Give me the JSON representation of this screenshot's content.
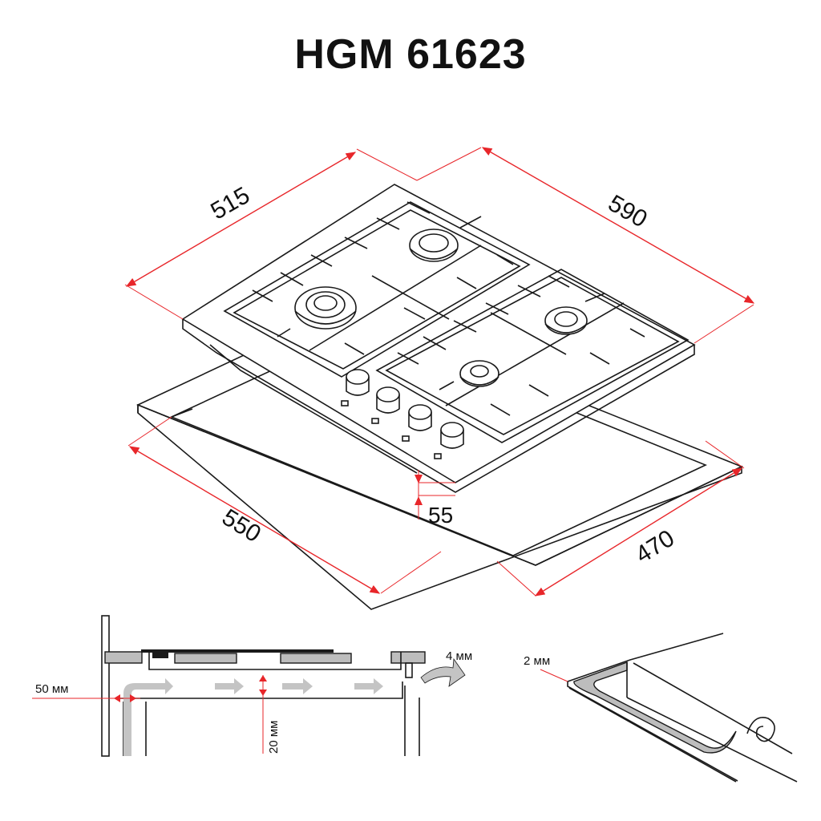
{
  "title": "HGM 61623",
  "main_view": {
    "dimensions": {
      "depth": "515",
      "width": "590",
      "cutout_width": "550",
      "cutout_depth": "470",
      "height": "55"
    },
    "burners": 4,
    "knobs": 4
  },
  "side_view": {
    "labels": {
      "wall_clearance": "50 мм",
      "air_gap": "20 мм",
      "edge_gap": "4 мм"
    }
  },
  "seal_view": {
    "labels": {
      "seal_thickness": "2 мм"
    }
  },
  "colors": {
    "dimension_line": "#e8262a",
    "outline": "#1a1a1a",
    "fill_gray": "#bdbdbd"
  }
}
